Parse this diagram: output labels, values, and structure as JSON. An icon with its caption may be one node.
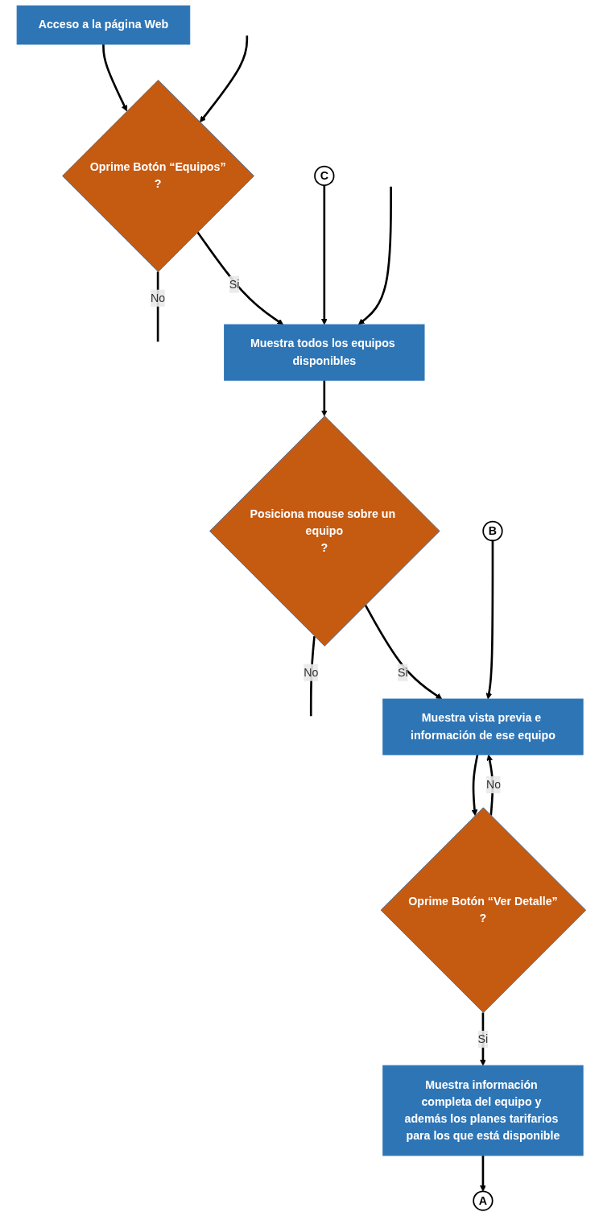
{
  "diagram": {
    "nodes": [
      {
        "text": [
          "Acceso a la página Web"
        ]
      },
      {
        "text": [
          "Oprime Botón “Equipos”",
          "?"
        ]
      },
      {
        "text": [
          "C"
        ]
      },
      {
        "text": [
          "Muestra todos los equipos disponibles"
        ]
      },
      {
        "text": [
          "Posiciona mouse sobre un equipo",
          "?"
        ]
      },
      {
        "text": [
          "B"
        ]
      },
      {
        "text": [
          "Muestra vista previa e información de ese equipo"
        ]
      },
      {
        "text": [
          "Oprime Botón “Ver Detalle”",
          "?"
        ]
      },
      {
        "text": [
          "Muestra información completa del equipo y además los planes tarifarios para los que está disponible"
        ]
      },
      {
        "text": [
          "A"
        ]
      }
    ],
    "edges": [
      {
        "from": 0,
        "to": 1,
        "arrow": "to"
      },
      {
        "from": null,
        "to": 1,
        "arrow": "to"
      },
      {
        "from": 1,
        "to": null,
        "label": "No",
        "arrow": "none"
      },
      {
        "from": 1,
        "to": 3,
        "label": "Si",
        "arrow": "to"
      },
      {
        "from": 2,
        "to": 3,
        "arrow": "to"
      },
      {
        "from": null,
        "to": 3,
        "arrow": "to"
      },
      {
        "from": 3,
        "to": 4,
        "arrow": "to"
      },
      {
        "from": 4,
        "to": null,
        "label": "No",
        "arrow": "none"
      },
      {
        "from": 4,
        "to": 6,
        "label": "Si",
        "arrow": "to"
      },
      {
        "from": 5,
        "to": 6,
        "arrow": "to"
      },
      {
        "from": 6,
        "to": 7,
        "arrow": "to"
      },
      {
        "from": 7,
        "to": 6,
        "label": "No",
        "arrow": "to"
      },
      {
        "from": 7,
        "to": 8,
        "label": "Si",
        "arrow": "to"
      },
      {
        "from": 8,
        "to": 9,
        "arrow": "to"
      }
    ]
  }
}
